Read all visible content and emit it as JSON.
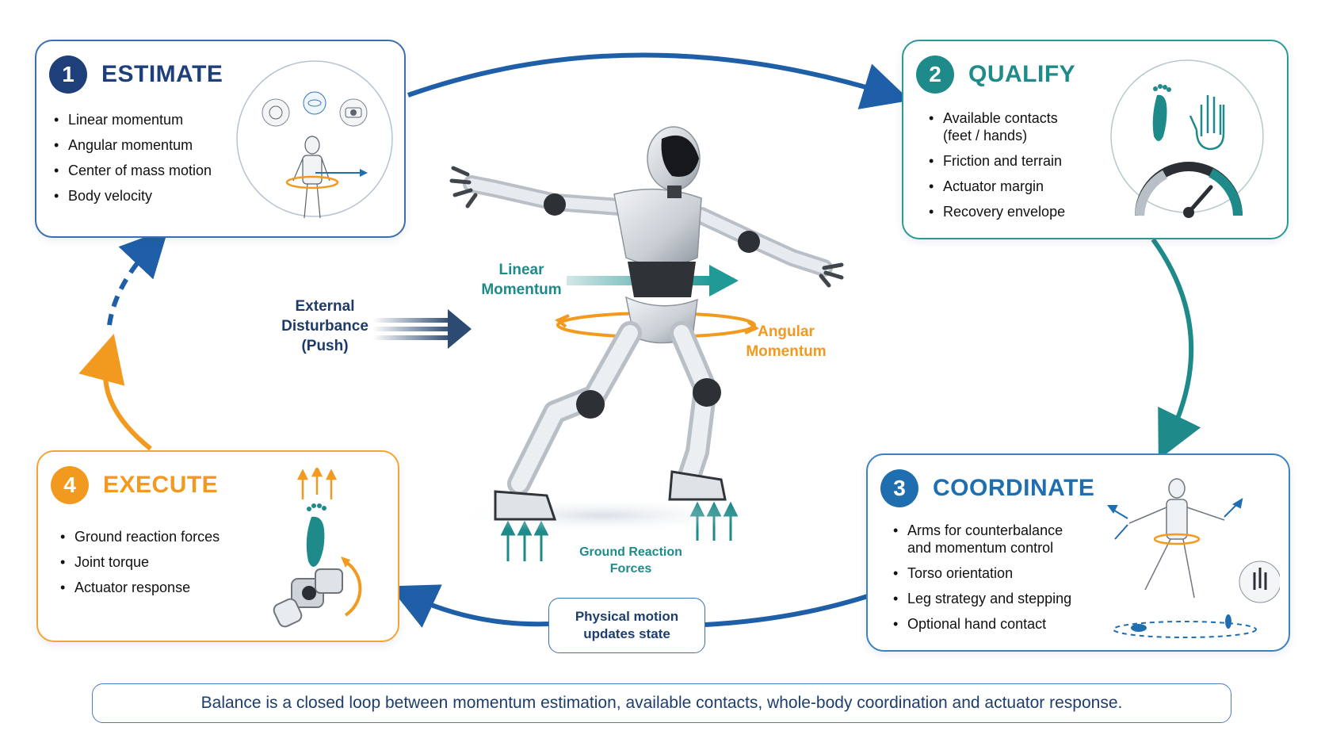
{
  "estimate": {
    "number": "1",
    "title": "ESTIMATE",
    "items": [
      "Linear momentum",
      "Angular momentum",
      "Center of mass motion",
      "Body velocity"
    ],
    "color": "#1f3f7a"
  },
  "qualify": {
    "number": "2",
    "title": "QUALIFY",
    "items": [
      "Available contacts",
      "(feet / hands)",
      "Friction and terrain",
      "Actuator margin",
      "Recovery envelope"
    ],
    "color": "#1f8a8a"
  },
  "coordinate": {
    "number": "3",
    "title": "COORDINATE",
    "items": [
      "Arms for counterbalance",
      "and momentum control",
      "Torso orientation",
      "Leg strategy and stepping",
      "Optional hand contact"
    ],
    "color": "#1f6eb0"
  },
  "execute": {
    "number": "4",
    "title": "EXECUTE",
    "items": [
      "Ground reaction forces",
      "Joint torque",
      "Actuator response"
    ],
    "color": "#f29a1f"
  },
  "center": {
    "disturbance_line1": "External",
    "disturbance_line2": "Disturbance",
    "disturbance_line3": "(Push)",
    "linear_line1": "Linear",
    "linear_line2": "Momentum",
    "angular_line1": "Angular",
    "angular_line2": "Momentum",
    "grf_line1": "Ground Reaction",
    "grf_line2": "Forces",
    "physical_line1": "Physical motion",
    "physical_line2": "updates state"
  },
  "summary": "Balance is a closed loop between momentum estimation, available contacts, whole-body coordination and actuator response.",
  "colors": {
    "navy": "#1f3f7a",
    "blue": "#1f5fa8",
    "teal": "#1f8a8a",
    "orange": "#f29a1f",
    "disturbance": "#2c4a72"
  },
  "icons": [
    "sensor-icon",
    "gyro-icon",
    "camera-icon",
    "footprint-icon",
    "hand-icon",
    "gauge-icon",
    "actuator-icon",
    "robot-icon"
  ]
}
